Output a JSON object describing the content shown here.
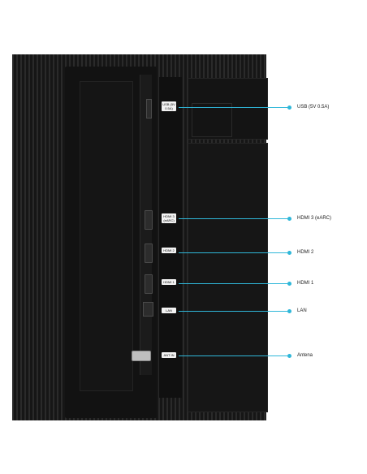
{
  "port_labels": {
    "usb": "USB (5V 0.5A)",
    "hdmi3": "HDMI 3 (eARC)",
    "hdmi2": "HDMI 2",
    "hdmi1": "HDMI 1",
    "lan": "LAN",
    "ant": "ANT IN"
  },
  "callouts": {
    "usb": "USB (5V 0.5A)",
    "hdmi3": "HDMI 3 (eARC)",
    "hdmi2": "HDMI 2",
    "hdmi1": "HDMI 1",
    "lan": "LAN",
    "antenna": "Antena"
  },
  "colors": {
    "callout_accent": "#2fb7d9",
    "tv_body": "#1d1d1d"
  }
}
